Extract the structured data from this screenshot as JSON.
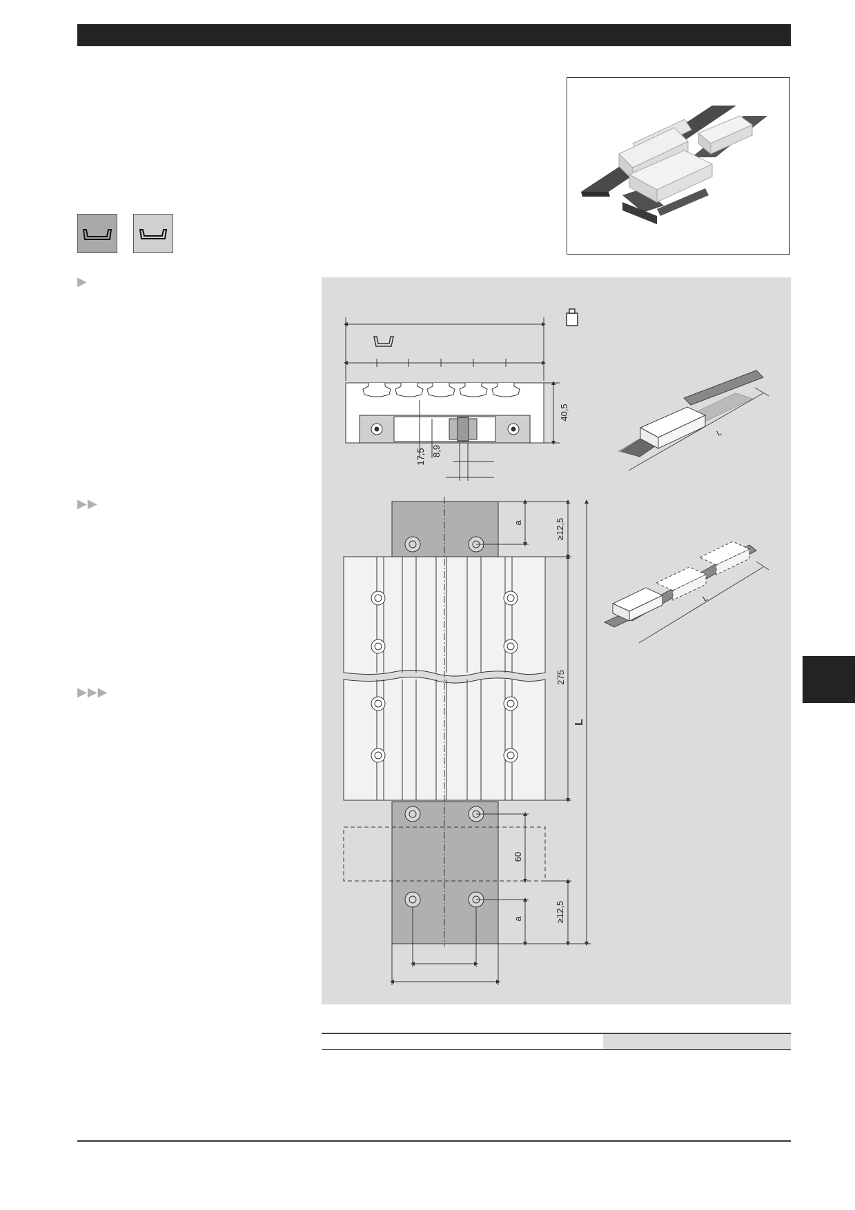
{
  "page": {
    "background": "#ffffff",
    "header_bar_color": "#232323",
    "panel_color": "#dcdcdc"
  },
  "icons": {
    "profile_dark": "profile-icon",
    "profile_light": "profile-icon",
    "weight": "weight-icon"
  },
  "bullets": {
    "level_1": "▶",
    "level_2": "▶▶",
    "level_3": "▶▶▶"
  },
  "drawing": {
    "dim_height": "40,5",
    "dim_17_5": "17,5",
    "dim_8_9": "8,9",
    "dim_a_top": "a",
    "dim_min_top": "≥12,5",
    "dim_275": "275",
    "dim_L": "L",
    "dim_60": "60",
    "dim_a_bottom": "a",
    "dim_min_bottom": "≥12,5",
    "iso_label_1": "L",
    "iso_label_2": "L"
  }
}
